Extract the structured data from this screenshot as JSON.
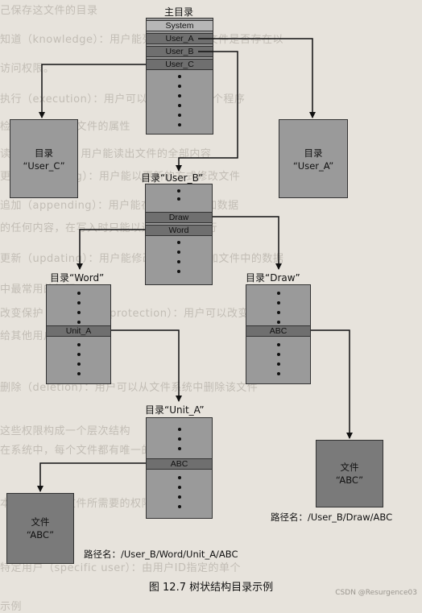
{
  "background_text": [
    "己保存这文件的目录",
    "知道（knowledge）：用户能列出一个目录文件是否存在以",
    "访问权限。",
    "执行（execution）：用户可以装载并执行一个程序",
    "检查：用户检查文件的属性",
    "读（reading）：用户能读出文件的全部内容",
    "更改（updating）：用户能以更新的方式修改文件",
    "追加（appending）：用户能在文件末尾追加数据",
    "的任何内容，在写入时只能以追加的方式进行",
    "更新（updating）：用户能修改、删除、增加文件中的数据",
    "中最常用的权限",
    "改变保护（changing protection）：用户可以改变已",
    "给其他用户的访问权限",
    "删除（deletion）：用户可以从文件系统中删除该文件",
    "这些权限构成一个层次结构",
    "在系统中，每个文件都有唯一的路径名",
    "本系统中访问文件所需要的权限",
    "特定用户（specific user）：由用户ID指定的单个",
    "示例"
  ],
  "diagram": {
    "root": {
      "title": "主目录",
      "entries": [
        "System",
        "User_A",
        "User_B",
        "User_C"
      ]
    },
    "dir_user_c": {
      "line1": "目录",
      "line2": "“User_C”"
    },
    "dir_user_a": {
      "line1": "目录",
      "line2": "“User_A”"
    },
    "dir_user_b": {
      "title": "目录“User_B”",
      "entries": [
        "Draw",
        "Word"
      ]
    },
    "dir_word": {
      "title": "目录“Word”",
      "entry": "Unit_A"
    },
    "dir_draw": {
      "title": "目录“Draw”",
      "entry": "ABC"
    },
    "dir_unit_a": {
      "title": "目录“Unit_A”",
      "entry": "ABC"
    },
    "file_draw_abc": {
      "line1": "文件",
      "line2": "“ABC”",
      "path": "路径名：/User_B/Draw/ABC"
    },
    "file_word_abc": {
      "line1": "文件",
      "line2": "“ABC”",
      "path": "路径名：/User_B/Word/Unit_A/ABC"
    }
  },
  "caption": "图 12.7    树状结构目录示例",
  "watermark": "CSDN @Resurgence03"
}
